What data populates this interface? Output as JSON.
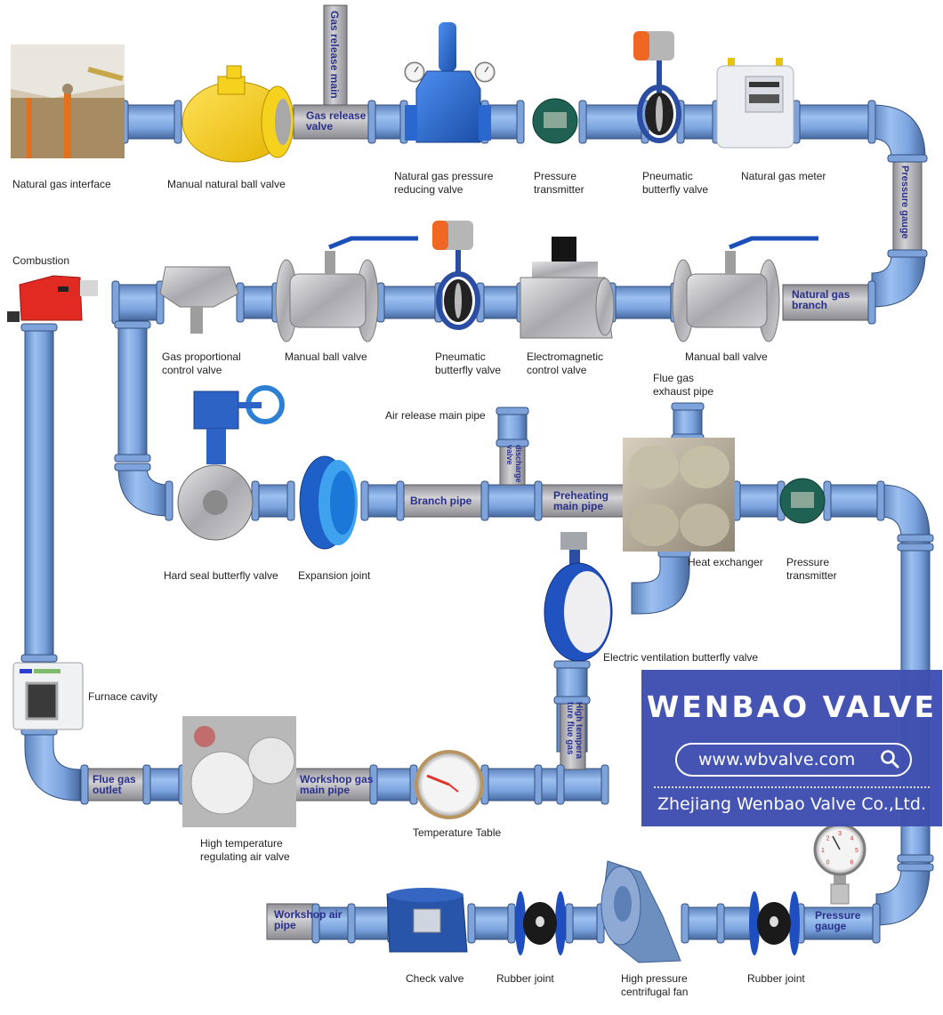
{
  "diagram": {
    "title": "Natural gas combustion and heat recovery piping system",
    "colors": {
      "pipe": "#7fa7e0",
      "pipe_dark": "#3d5f94",
      "grey_pipe": "#b9b9bd",
      "valve_blue": "#2f62c6",
      "ball_yellow": "#f3cc1a",
      "burner_red": "#e02a22",
      "brand_blue": "#3f4fb0"
    },
    "components": [
      {
        "id": "natural_gas_interface",
        "label": "Natural gas interface",
        "icon": "gas-interface-photo"
      },
      {
        "id": "manual_natural_ball_valve",
        "label": "Manual natural ball valve",
        "icon": "yellow-ball-valve"
      },
      {
        "id": "natural_gas_pressure_reducing_valve",
        "label": "Natural gas pressure\nreducing valve",
        "icon": "pressure-reducing-valve"
      },
      {
        "id": "pressure_transmitter_top",
        "label": "Pressure\ntransmitter",
        "icon": "pressure-transmitter"
      },
      {
        "id": "pneumatic_butterfly_valve_top",
        "label": "Pneumatic\nbutterfly valve",
        "icon": "pneumatic-butterfly-valve"
      },
      {
        "id": "natural_gas_meter",
        "label": "Natural gas meter",
        "icon": "gas-meter"
      },
      {
        "id": "combustion",
        "label": "Combustion",
        "icon": "burner"
      },
      {
        "id": "gas_proportional_control_valve",
        "label": "Gas proportional\ncontrol valve",
        "icon": "proportional-valve"
      },
      {
        "id": "manual_ball_valve_1",
        "label": "Manual ball valve",
        "icon": "ball-valve"
      },
      {
        "id": "pneumatic_butterfly_valve_mid",
        "label": "Pneumatic\nbutterfly valve",
        "icon": "pneumatic-butterfly-valve"
      },
      {
        "id": "electromagnetic_control_valve",
        "label": "Electromagnetic\ncontrol valve",
        "icon": "solenoid-valve"
      },
      {
        "id": "manual_ball_valve_2",
        "label": "Manual ball valve",
        "icon": "ball-valve"
      },
      {
        "id": "hard_seal_butterfly_valve",
        "label": "Hard seal butterfly valve",
        "icon": "hard-seal-butterfly-valve"
      },
      {
        "id": "expansion_joint",
        "label": "Expansion joint",
        "icon": "expansion-joint"
      },
      {
        "id": "air_release_main_pipe",
        "label": "Air release main pipe",
        "icon": "pipe"
      },
      {
        "id": "flue_gas_exhaust_pipe",
        "label": "Flue gas\nexhaust pipe",
        "icon": "pipe"
      },
      {
        "id": "heat_exchanger",
        "label": "Heat exchanger",
        "icon": "heat-exchanger-photo"
      },
      {
        "id": "pressure_transmitter_mid",
        "label": "Pressure\ntransmitter",
        "icon": "pressure-transmitter"
      },
      {
        "id": "electric_ventilation_butterfly_valve",
        "label": "Electric ventilation butterfly valve",
        "icon": "electric-butterfly-valve"
      },
      {
        "id": "furnace_cavity",
        "label": "Furnace cavity",
        "icon": "furnace"
      },
      {
        "id": "high_temperature_regulating_air_valve",
        "label": "High temperature\nregulating air valve",
        "icon": "air-valve-photo"
      },
      {
        "id": "temperature_table",
        "label": "Temperature Table",
        "icon": "thermometer-dial"
      },
      {
        "id": "check_valve",
        "label": "Check valve",
        "icon": "check-valve"
      },
      {
        "id": "rubber_joint_1",
        "label": "Rubber joint",
        "icon": "rubber-joint"
      },
      {
        "id": "high_pressure_centrifugal_fan",
        "label": "High pressure\ncentrifugal fan",
        "icon": "centrifugal-fan"
      },
      {
        "id": "rubber_joint_2",
        "label": "Rubber joint",
        "icon": "rubber-joint"
      }
    ],
    "pipe_labels": {
      "gas_release_main": "Gas release main",
      "gas_release_valve_1": "Gas release",
      "gas_release_valve_2": "valve",
      "pressure_gauge_vertical": "Pressure gauge",
      "natural_gas_branch_1": "Natural gas",
      "natural_gas_branch_2": "branch",
      "branch_pipe": "Branch pipe",
      "discharge_valve_1": "discharge",
      "discharge_valve_2": "valve",
      "preheating_main_pipe_1": "Preheating",
      "preheating_main_pipe_2": "main pipe",
      "high_temp_flue_gas_1": "High tempera",
      "high_temp_flue_gas_2": "ture flue gas",
      "flue_gas_outlet_1": "Flue gas",
      "flue_gas_outlet_2": "outlet",
      "workshop_gas_main_pipe_1": "Workshop gas",
      "workshop_gas_main_pipe_2": "main pipe",
      "workshop_air_pipe_1": "Workshop air",
      "workshop_air_pipe_2": "pipe",
      "pressure_gauge_bottom_1": "Pressure",
      "pressure_gauge_bottom_2": "gauge"
    },
    "gauges": {
      "pressure_gauge_ticks": [
        "0",
        "1",
        "2",
        "3",
        "4",
        "5",
        "6"
      ]
    }
  },
  "brand": {
    "name": "WENBAO VALVE",
    "url": "www.wbvalve.com",
    "company": "Zhejiang Wenbao Valve Co.,Ltd.",
    "search_icon": "search-icon"
  }
}
